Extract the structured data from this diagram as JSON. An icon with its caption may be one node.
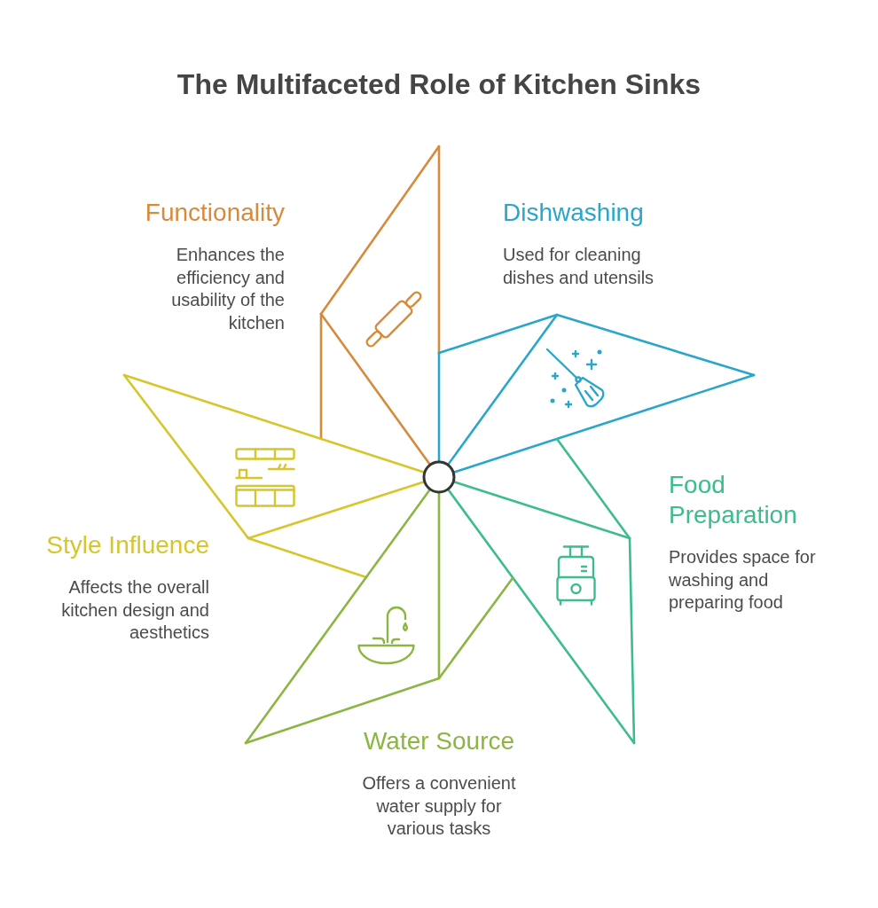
{
  "diagram": {
    "title": "The Multifaceted Role of Kitchen Sinks",
    "nodes": [
      {
        "text": [
          "Functionality",
          "Enhances the efficiency and usability of the kitchen"
        ]
      },
      {
        "text": [
          "Dishwashing",
          "Used for cleaning dishes and utensils"
        ]
      },
      {
        "text": [
          "Food Preparation",
          "Provides space for washing and preparing food"
        ]
      },
      {
        "text": [
          "Style Influence",
          "Affects the overall kitchen design and aesthetics"
        ]
      },
      {
        "text": [
          "Water Source",
          "Offers a convenient water supply for various tasks"
        ]
      }
    ]
  }
}
